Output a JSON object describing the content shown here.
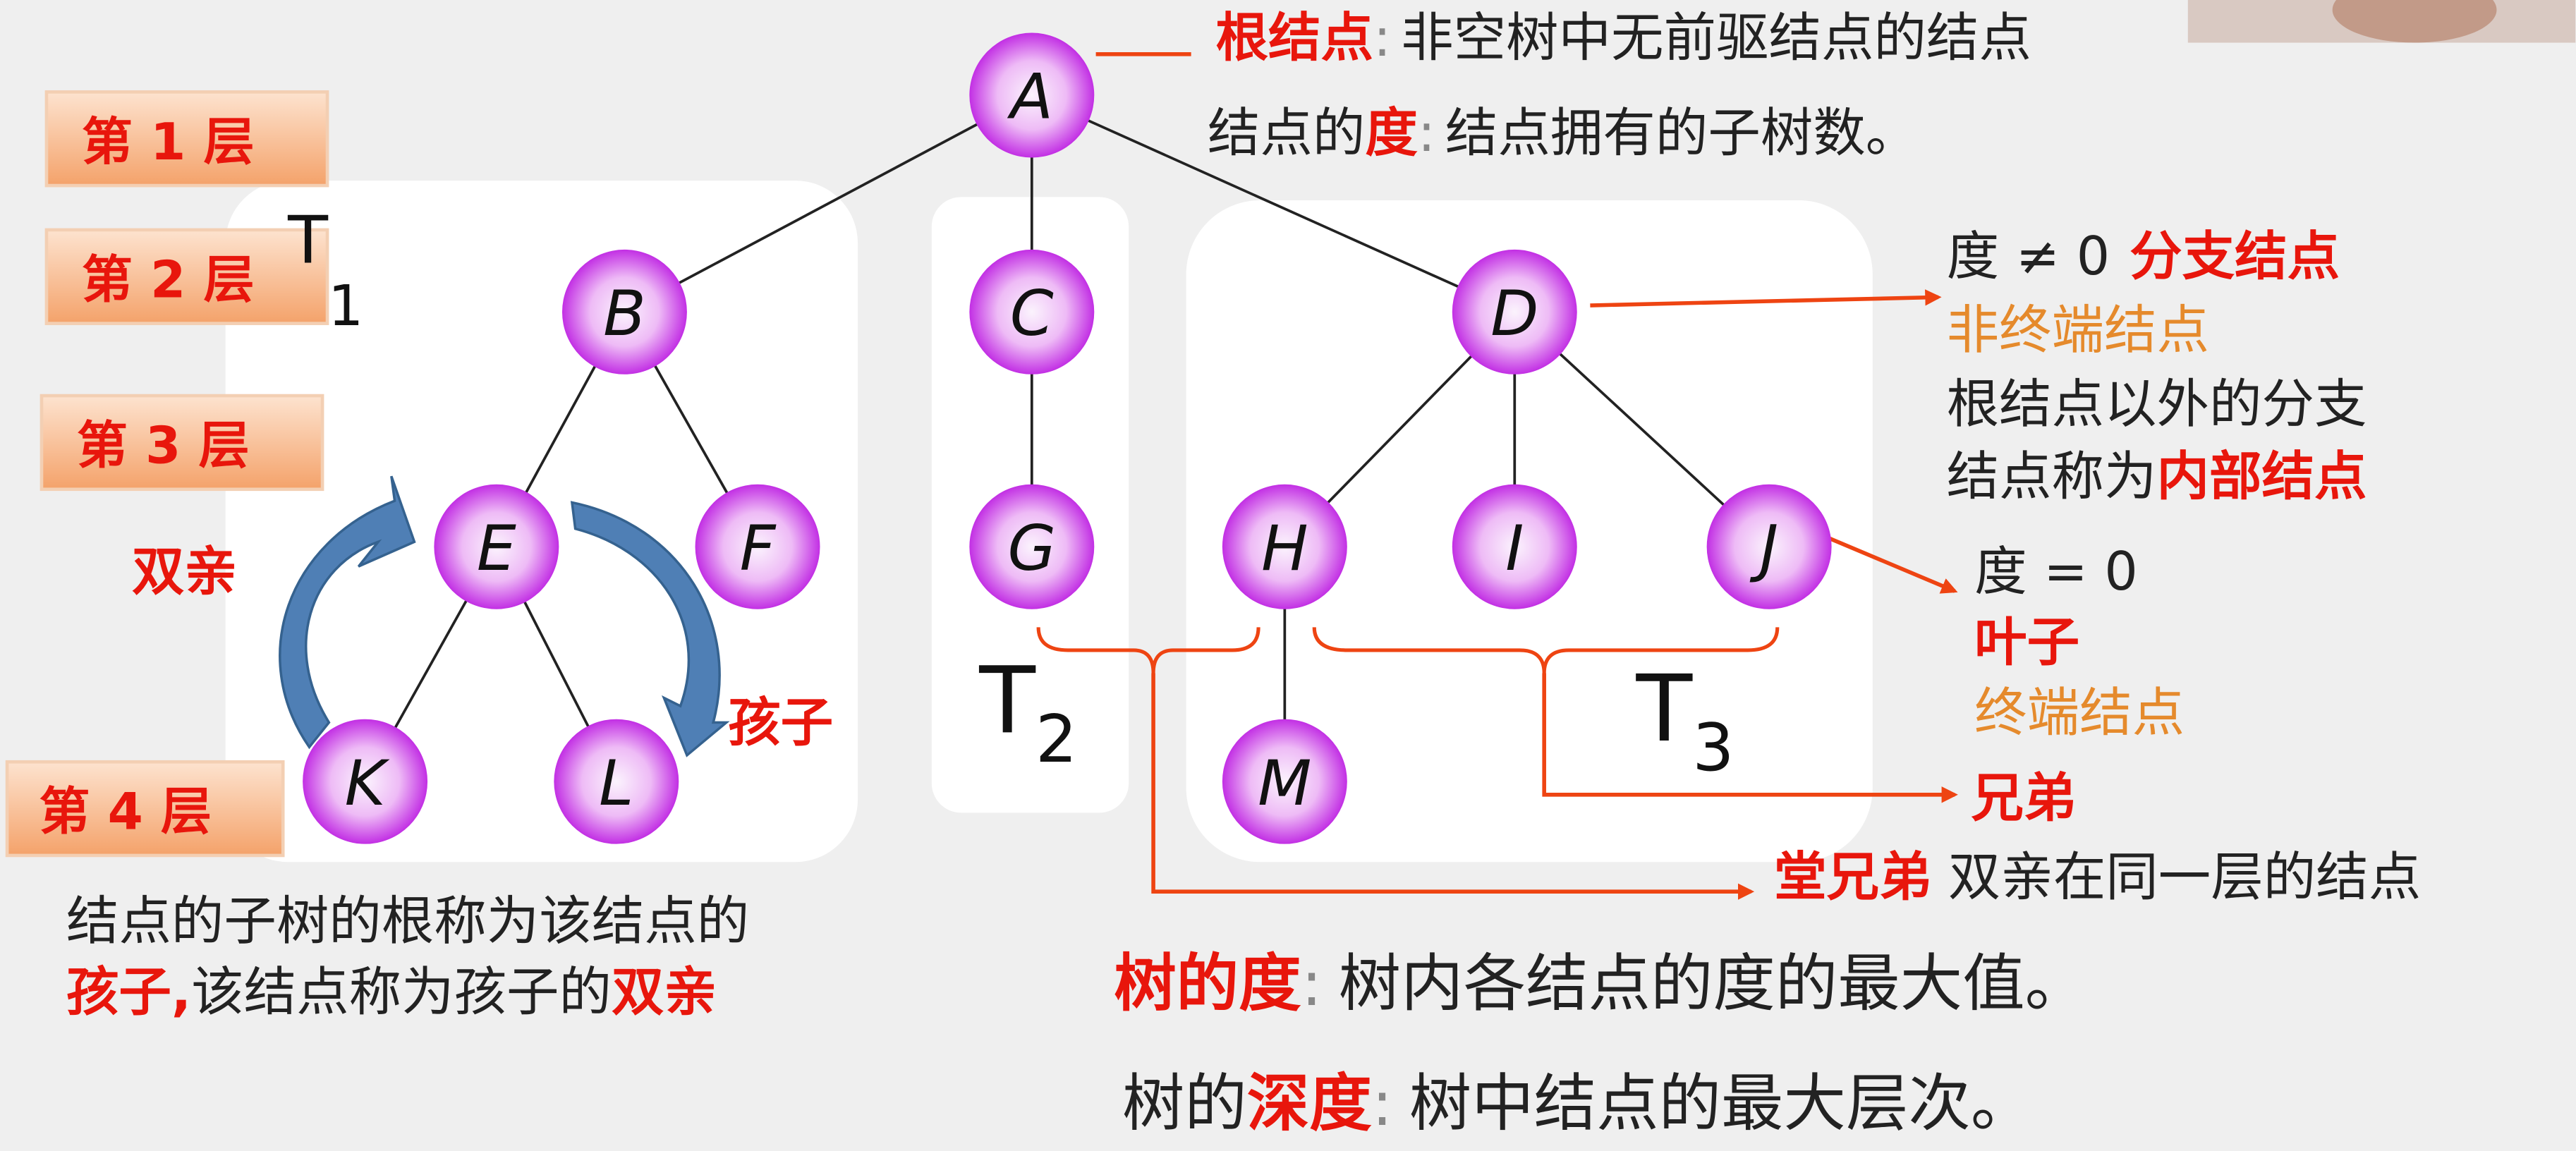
{
  "levels": [
    "第 1 层",
    "第 2 层",
    "第 3 层",
    "第 4 层"
  ],
  "nodes": {
    "A": "A",
    "B": "B",
    "C": "C",
    "D": "D",
    "E": "E",
    "F": "F",
    "G": "G",
    "H": "H",
    "I": "I",
    "J": "J",
    "K": "K",
    "L": "L",
    "M": "M"
  },
  "subtrees": {
    "t1": {
      "letter": "T",
      "sub": "1"
    },
    "t2": {
      "letter": "T",
      "sub": "2"
    },
    "t3": {
      "letter": "T",
      "sub": "3"
    }
  },
  "root_def": {
    "term": "根结点",
    "sep": ":",
    "text": "非空树中无前驱结点的结点"
  },
  "degree_def": {
    "pre": "结点的",
    "term": "度",
    "sep": ":",
    "text": "结点拥有的子树数。"
  },
  "branch": {
    "degree": "度 ≠ 0",
    "term": "分支结点",
    "alt": "非终端结点",
    "line1": "根结点以外的分支",
    "line2_pre": "结点称为",
    "line2_term": "内部结点"
  },
  "leaf": {
    "degree": "度 = 0",
    "term": "叶子",
    "alt": "终端结点"
  },
  "sibling": "兄弟",
  "cousin": {
    "term": "堂兄弟",
    "text": "双亲在同一层的结点"
  },
  "parent_label": "双亲",
  "child_label": "孩子",
  "child_def": {
    "line1": "结点的子树的根称为该结点的",
    "l2_term1": "孩子",
    "l2_comma": ",",
    "l2_mid": "该结点称为孩子的",
    "l2_term2": "双亲"
  },
  "tree_degree": {
    "term": "树的度",
    "sep": ":",
    "text": "树内各结点的度的最大值。"
  },
  "tree_depth": {
    "pre": "树的",
    "term": "深度",
    "sep": ":",
    "text": "树中结点的最大层次。"
  },
  "colors": {
    "red": "#e8160c",
    "orange": "#e58a2c",
    "arrow": "#ee4412",
    "node_fill": "#cc33ee",
    "level_box": "#f8b283",
    "curved_arrow": "#4f7fb5"
  }
}
